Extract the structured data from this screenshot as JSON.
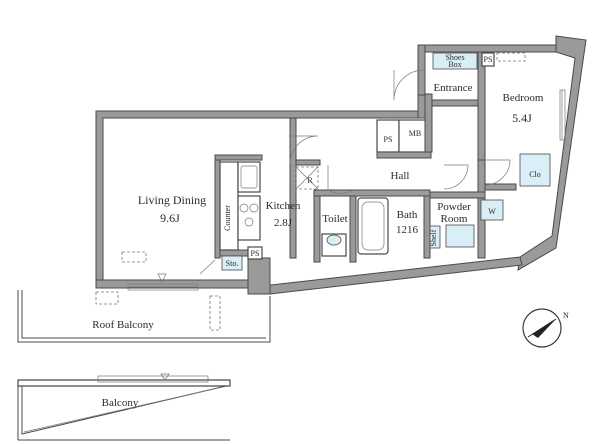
{
  "rooms": {
    "living_dining": {
      "label": "Living Dining",
      "size": "9.6J"
    },
    "kitchen": {
      "label": "Kitchen",
      "size": "2.8J"
    },
    "bedroom": {
      "label": "Bedroom",
      "size": "5.4J"
    },
    "entrance": {
      "label": "Entrance"
    },
    "hall": {
      "label": "Hall"
    },
    "toilet": {
      "label": "Toilet"
    },
    "bath": {
      "label": "Bath",
      "size": "1216"
    },
    "powder_room": {
      "label": "Powder",
      "label2": "Room"
    },
    "roof_balcony": {
      "label": "Roof Balcony"
    },
    "balcony": {
      "label": "Balcony"
    }
  },
  "fixtures": {
    "shoes_box": {
      "label": "Shoes",
      "label2": "Box"
    },
    "ps": "PS",
    "mb": "MB",
    "refrigerator": "R",
    "counter": "Counter",
    "closet": "Clo",
    "washer": "W",
    "storage": "Sto.",
    "shelf": "Shelf"
  },
  "colors": {
    "wall_fill": "#9a9a9a",
    "wall_line": "#4a4a4a",
    "fixture_blue": "#d9eef7"
  },
  "compass": {
    "label": "N",
    "icon": "north-arrow-icon"
  }
}
